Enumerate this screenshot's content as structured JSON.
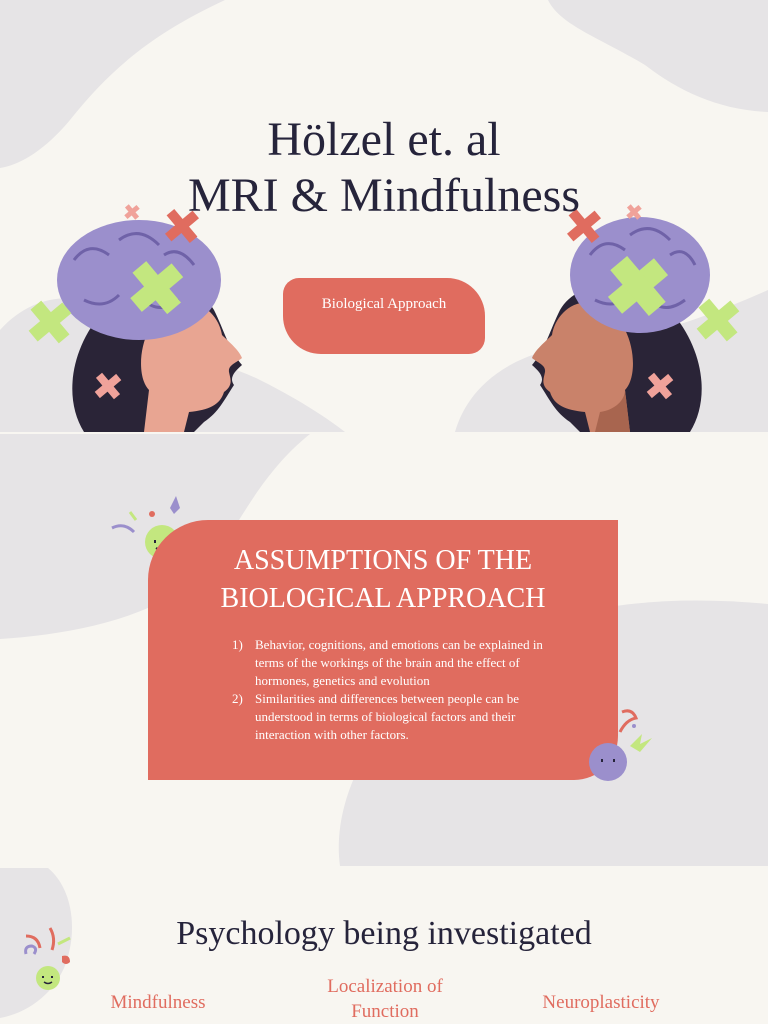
{
  "slide1": {
    "title_line1": "Hölzel et. al",
    "title_line2": "MRI & Mindfulness",
    "pill_label": "Biological Approach"
  },
  "slide2": {
    "heading_line1": "ASSUMPTIONS OF THE",
    "heading_line2": "BIOLOGICAL APPROACH",
    "items": [
      {
        "num": "1)",
        "text": "Behavior, cognitions, and emotions can be explained in terms of the workings of the brain and the effect of hormones, genetics and evolution"
      },
      {
        "num": "2)",
        "text": "Similarities and differences between people can be understood in terms of biological factors and their interaction with other factors."
      }
    ]
  },
  "slide3": {
    "title": "Psychology being investigated",
    "topics": [
      {
        "label": "Mindfulness"
      },
      {
        "label_line1": "Localization of",
        "label_line2": "Function"
      },
      {
        "label": "Neuroplasticity"
      }
    ]
  },
  "colors": {
    "background": "#f8f6f1",
    "blob": "#e6e4e6",
    "coral": "#e06c5f",
    "navy": "#26243b",
    "lavender": "#9b8fcc",
    "lime": "#c3e77f",
    "skin_light": "#e8a592",
    "skin_dark": "#c9826a",
    "hair": "#2a2437"
  },
  "icons": [
    "cross-icon",
    "brain-icon",
    "face-icon",
    "smiley-icon",
    "sparkle-icon",
    "squiggle-icon"
  ]
}
